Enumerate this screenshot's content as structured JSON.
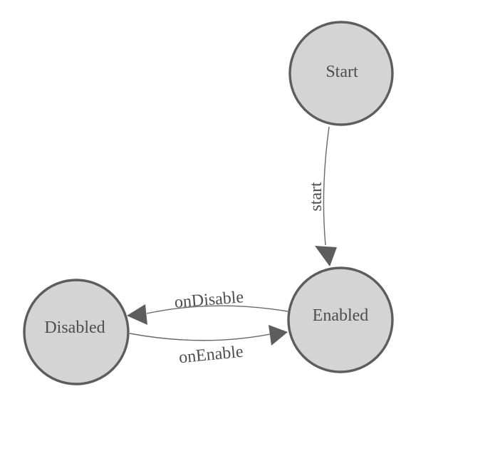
{
  "diagram": {
    "type": "state-machine",
    "colors": {
      "background": "#ffffff",
      "node_fill": "#d4d4d4",
      "node_stroke": "#5d5d5d",
      "edge_line": "#696969",
      "arrowhead_fill": "#5d5d5d",
      "text": "#4d4d4d"
    },
    "states": {
      "start": {
        "label": "Start"
      },
      "enabled": {
        "label": "Enabled"
      },
      "disabled": {
        "label": "Disabled"
      }
    },
    "transitions": {
      "start": {
        "label": "start",
        "from": "Start",
        "to": "Enabled"
      },
      "onDisable": {
        "label": "onDisable",
        "from": "Enabled",
        "to": "Disabled"
      },
      "onEnable": {
        "label": "onEnable",
        "from": "Disabled",
        "to": "Enabled"
      }
    }
  }
}
